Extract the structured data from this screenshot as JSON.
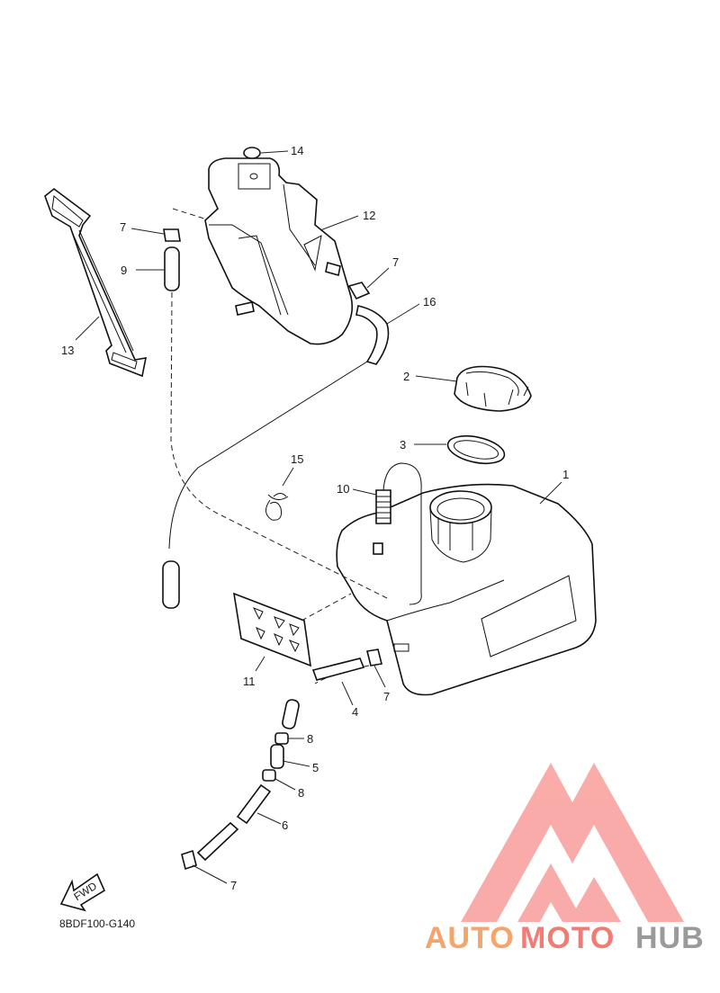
{
  "diagram": {
    "code": "8BDF100-G140",
    "fwd_label": "FWD",
    "callouts": [
      {
        "id": "c1",
        "text": "1"
      },
      {
        "id": "c2",
        "text": "2"
      },
      {
        "id": "c3",
        "text": "3"
      },
      {
        "id": "c4",
        "text": "4"
      },
      {
        "id": "c5",
        "text": "5"
      },
      {
        "id": "c6",
        "text": "6"
      },
      {
        "id": "c7a",
        "text": "7"
      },
      {
        "id": "c7b",
        "text": "7"
      },
      {
        "id": "c7c",
        "text": "7"
      },
      {
        "id": "c7d",
        "text": "7"
      },
      {
        "id": "c8a",
        "text": "8"
      },
      {
        "id": "c8b",
        "text": "8"
      },
      {
        "id": "c9",
        "text": "9"
      },
      {
        "id": "c10",
        "text": "10"
      },
      {
        "id": "c11",
        "text": "11"
      },
      {
        "id": "c12",
        "text": "12"
      },
      {
        "id": "c13",
        "text": "13"
      },
      {
        "id": "c14",
        "text": "14"
      },
      {
        "id": "c15",
        "text": "15"
      },
      {
        "id": "c16",
        "text": "16"
      }
    ]
  },
  "watermark": {
    "text_part1": "AUTO",
    "text_part2": "MOTO",
    "text_part3": "HUB",
    "color_orange": "#f5a46b",
    "color_red": "#f27b74",
    "color_gray": "#9a9a9a",
    "logo_color": "#f9a3a0"
  }
}
